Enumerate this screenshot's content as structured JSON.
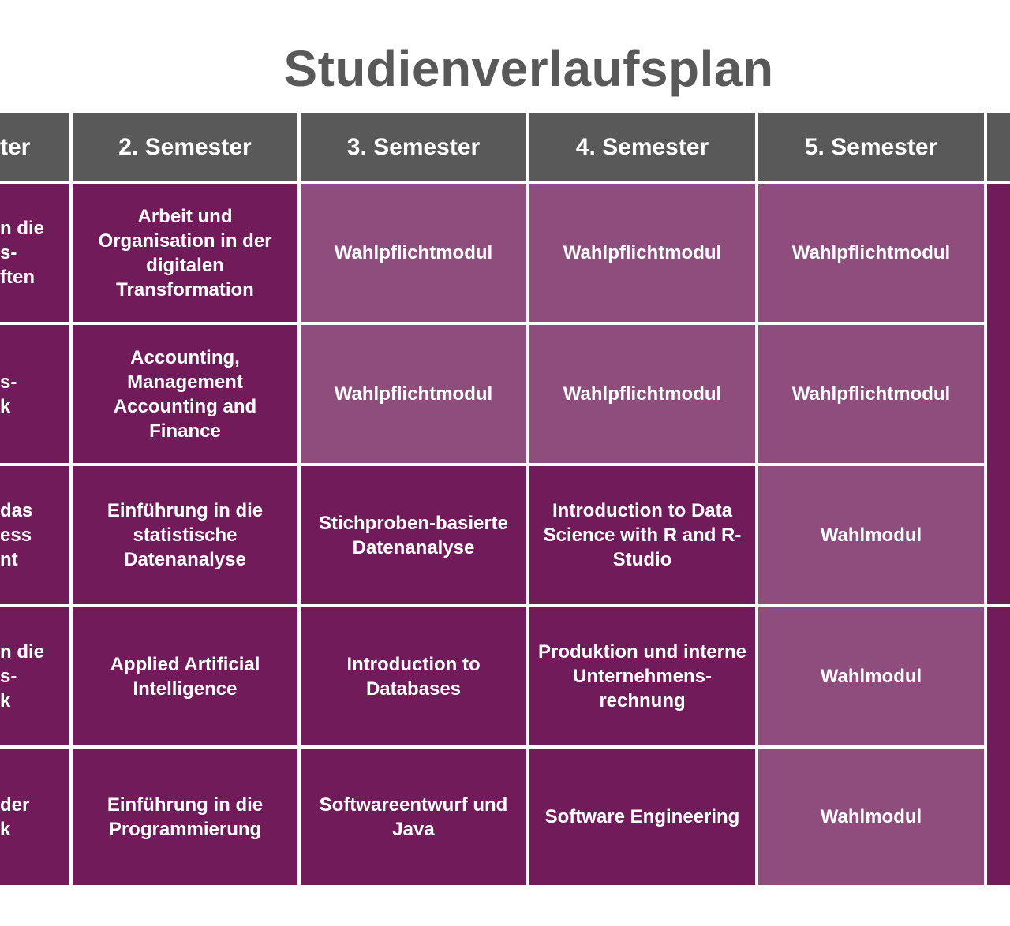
{
  "title": "Studienverlaufsplan",
  "colors": {
    "header": "#595959",
    "module_dark": "#721b5a",
    "module_light": "#8f4d7d",
    "title": "#595959"
  },
  "headers": [
    "ter",
    "2. Semester",
    "3. Semester",
    "4. Semester",
    "5. Semester",
    ""
  ],
  "first_column": [
    [
      "n die",
      "s-",
      "ften"
    ],
    [
      "s-",
      "k"
    ],
    [
      "das",
      "ess",
      "nt"
    ],
    [
      "n die",
      "s-",
      "k"
    ],
    [
      "der",
      "k"
    ]
  ],
  "rows": [
    [
      "Arbeit und Organisation in der digitalen Transformation",
      "Wahlpflichtmodul",
      "Wahlpflichtmodul",
      "Wahlpflichtmodul"
    ],
    [
      "Accounting, Management Accounting and Finance",
      "Wahlpflichtmodul",
      "Wahlpflichtmodul",
      "Wahlpflichtmodul"
    ],
    [
      "Einführung in die statistische Datenanalyse",
      "Stichproben-basierte Datenanalyse",
      "Introduction to Data Science with R and R-Studio",
      "Wahlmodul"
    ],
    [
      "Applied Artificial Intelligence",
      "Introduction to Databases",
      "Produktion und interne Unternehmens-rechnung",
      "Wahlmodul"
    ],
    [
      "Einführung in die Programmierung",
      "Softwareentwurf und Java",
      "Software Engineering",
      "Wahlmodul"
    ]
  ]
}
